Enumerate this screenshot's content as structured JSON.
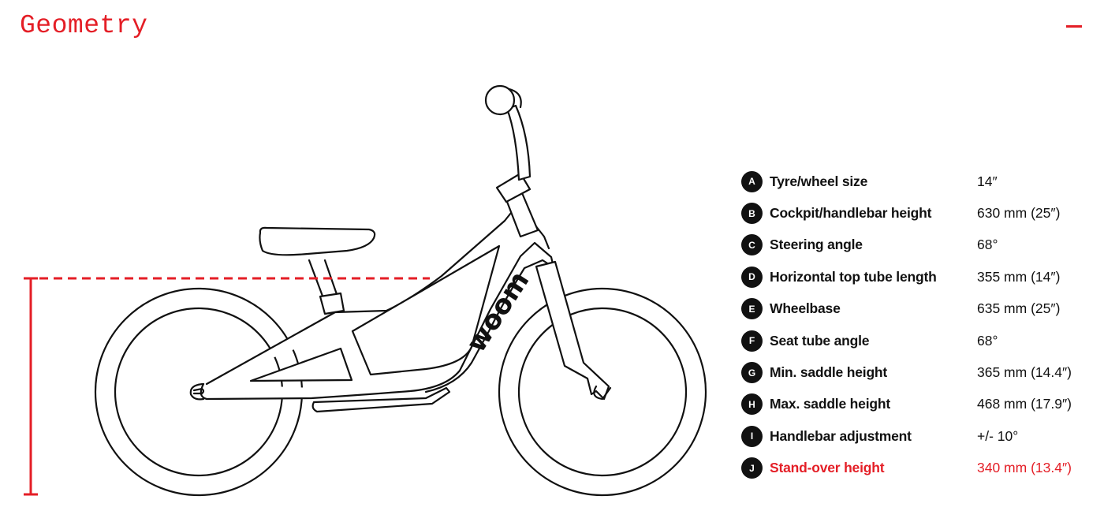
{
  "header": {
    "title": "Geometry",
    "collapse_icon": "minus-icon"
  },
  "bike": {
    "brand": "woom",
    "stand_over_marker_color": "#e41e26"
  },
  "colors": {
    "accent": "#e41e26",
    "text": "#111111",
    "background": "#ffffff"
  },
  "specs": [
    {
      "letter": "A",
      "label": "Tyre/wheel size",
      "value": "14″"
    },
    {
      "letter": "B",
      "label": "Cockpit/handlebar height",
      "value": "630 mm (25″)"
    },
    {
      "letter": "C",
      "label": "Steering angle",
      "value": "68°"
    },
    {
      "letter": "D",
      "label": "Horizontal top tube length",
      "value": "355 mm (14″)"
    },
    {
      "letter": "E",
      "label": "Wheelbase",
      "value": "635 mm (25″)"
    },
    {
      "letter": "F",
      "label": "Seat tube angle",
      "value": "68°"
    },
    {
      "letter": "G",
      "label": "Min. saddle height",
      "value": "365 mm (14.4″)"
    },
    {
      "letter": "H",
      "label": "Max. saddle height",
      "value": "468 mm (17.9″)"
    },
    {
      "letter": "I",
      "label": "Handlebar adjustment",
      "value": "+/- 10°"
    },
    {
      "letter": "J",
      "label": "Stand-over height",
      "value": "340 mm (13.4″)",
      "highlighted": true
    }
  ]
}
